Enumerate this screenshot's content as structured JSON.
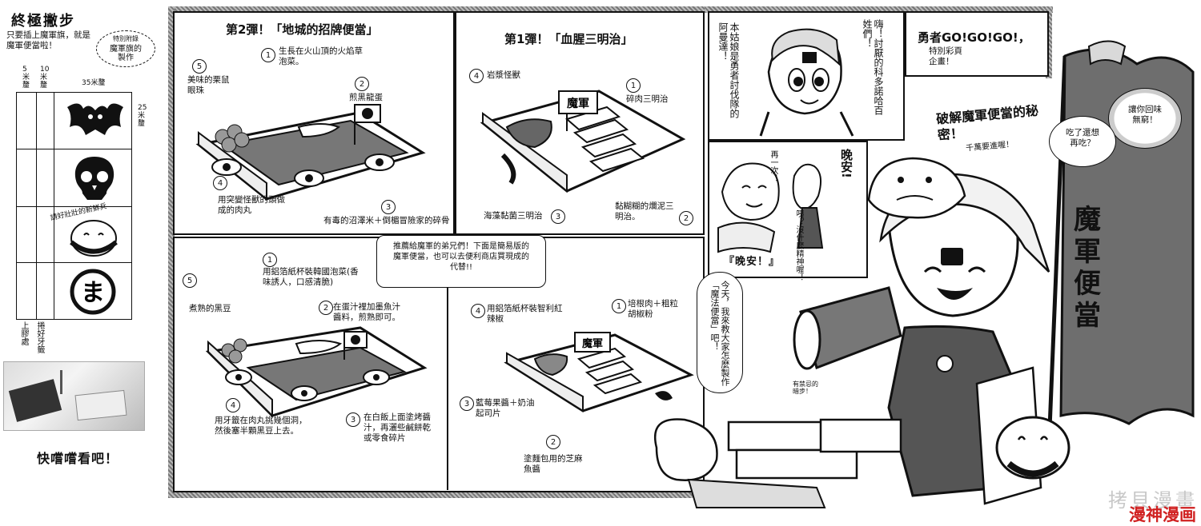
{
  "left_sidebar": {
    "title": "終極撇步",
    "subtitle": "只要插上魔軍旗，就是魔軍便當啦！",
    "bonus_badge_top": "特別附錄",
    "bonus_badge_bottom": "魔軍旗的製作",
    "dim_5": "5米釐",
    "dim_10": "10米釐",
    "dim_35": "35米釐",
    "dim_25": "25米釐",
    "flag_note": "請好壯壯的新鮮兵",
    "glue_label": "上膠處",
    "stick_label": "捲好牙籤",
    "footer": "快嚐嚐看吧！"
  },
  "panel_castle": {
    "title": "第2彈！「地城的招牌便當」",
    "item1_num": "1",
    "item1": "生長在火山頂的火焰草泡菜。",
    "item2_num": "2",
    "item2": "煎黑龍蛋",
    "item3_num": "3",
    "item3": "有毒的沼澤米＋倒楣冒險家的碎骨",
    "item4_num": "4",
    "item4": "用突變怪獸的頭做成的肉丸",
    "item5_num": "5",
    "item5": "美味的栗鼠眼珠"
  },
  "panel_sandwich": {
    "title": "第1彈！「血腥三明治」",
    "item1_num": "1",
    "item1": "碎肉三明治",
    "item2_num": "2",
    "item2": "黏糊糊的爛泥三明治。",
    "item3_num": "3",
    "item3": "海藻黏菌三明治",
    "item4_num": "4",
    "item4": "岩漿怪獸",
    "flag_text": "魔軍"
  },
  "banner": {
    "text": "推薦給魔軍的弟兄們！下面是簡易版的魔軍便當，也可以去便利商店買現成的代替!!"
  },
  "panel_simple_castle": {
    "item1_num": "1",
    "item1": "用鋁箔紙杯裝韓國泡菜(香味誘人，口感清脆)",
    "item2_num": "2",
    "item2": "在蛋汁裡加墨魚汁醬料，煎熟即可。",
    "item3_num": "3",
    "item3": "在白飯上面塗烤醬汁，再灑些鹹餅乾或零食碎片",
    "item4_num": "4",
    "item4": "用牙籤在肉丸挑幾個洞，然後塞半顆黑豆上去。",
    "item5_num": "5",
    "item5": "煮熟的黑豆"
  },
  "panel_simple_sandwich": {
    "item1_num": "1",
    "item1": "培根肉＋粗粒胡椒粉",
    "item2_num": "2",
    "item2": "塗麵包用的芝麻魚醬",
    "item3_num": "3",
    "item3": "藍莓果醬＋奶油起司片",
    "item4_num": "4",
    "item4": "用鋁箔紙杯裝智利紅辣椒",
    "flag_text": "魔軍"
  },
  "right_panels": {
    "speech_1": "本姑娘是勇者討伐隊的阿曼達！",
    "speech_2": "嗨！討厭的科多諾哈百姓們！",
    "speech_3": "再一次！",
    "speech_4": "晚安!",
    "speech_5": "咦？沒什麼精神喔！",
    "shout": "『晚安！』",
    "title_main": "勇者GO!GO!GO!，",
    "title_sub": "特別彩頁企畫！",
    "headline": "破解魔軍便當的秘密！",
    "headline_note": "千萬要進喔！",
    "speech_6": "讓你回味無窮！",
    "speech_7": "吃了還想再吃？",
    "speech_8": "今天，我來教大家怎麼製作「魔法便當」吧！",
    "small_note": "有禁忌的暗步！",
    "flag_banner": "魔軍便當"
  },
  "watermark": {
    "faint": "拷貝漫畫",
    "main": "漫神漫画"
  }
}
